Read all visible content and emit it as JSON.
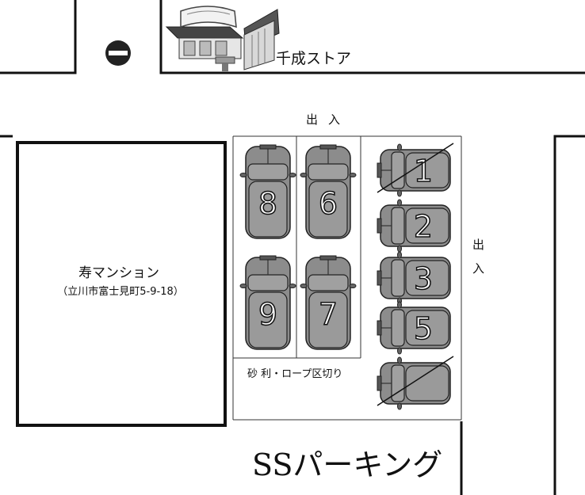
{
  "store": {
    "name": "千成ストア"
  },
  "entrance_top": {
    "chars": [
      "出",
      "入"
    ]
  },
  "entrance_right": {
    "chars": [
      "出",
      "入"
    ]
  },
  "building": {
    "name": "寿マンション",
    "address": "（立川市富士見町5-9-18）"
  },
  "gravel_note": "砂 利・ロープ区切り",
  "parking_name": "SSパーキング",
  "spaces": [
    {
      "number": "8",
      "orientation": "vertical",
      "crossed": false
    },
    {
      "number": "6",
      "orientation": "vertical",
      "crossed": false
    },
    {
      "number": "9",
      "orientation": "vertical",
      "crossed": false
    },
    {
      "number": "7",
      "orientation": "vertical",
      "crossed": false
    },
    {
      "number": "1",
      "orientation": "horizontal",
      "crossed": true
    },
    {
      "number": "2",
      "orientation": "horizontal",
      "crossed": false
    },
    {
      "number": "3",
      "orientation": "horizontal",
      "crossed": false
    },
    {
      "number": "5",
      "orientation": "horizontal",
      "crossed": false
    },
    {
      "number": "",
      "orientation": "horizontal",
      "crossed": true
    }
  ],
  "colors": {
    "car_fill": "#8c8c8c",
    "car_dark": "#555555",
    "line": "#111111"
  },
  "icons": [
    "no-entry-sign-icon",
    "store-building-icon"
  ]
}
